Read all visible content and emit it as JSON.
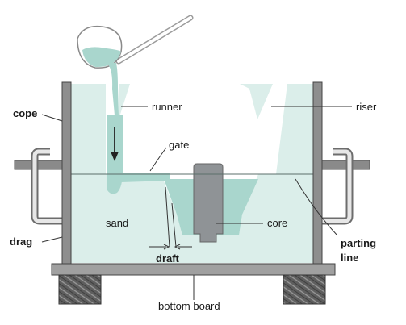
{
  "colors": {
    "sand": "#dbeeea",
    "flask": "#8e8e8e",
    "metal": "#a9d6cd",
    "core": "#8f9396",
    "board": "#a0a0a0",
    "wood": "#6b6b6b"
  },
  "labels": {
    "cope": "cope",
    "drag": "drag",
    "runner": "runner",
    "gate": "gate",
    "sand": "sand",
    "draft": "draft",
    "core": "core",
    "riser": "riser",
    "parting_line_1": "parting",
    "parting_line_2": "line",
    "bottom_board": "bottom board"
  },
  "icons": [
    "ladle-icon",
    "flow-arrow-icon",
    "wood-block-icon",
    "flask-handle-icon"
  ]
}
